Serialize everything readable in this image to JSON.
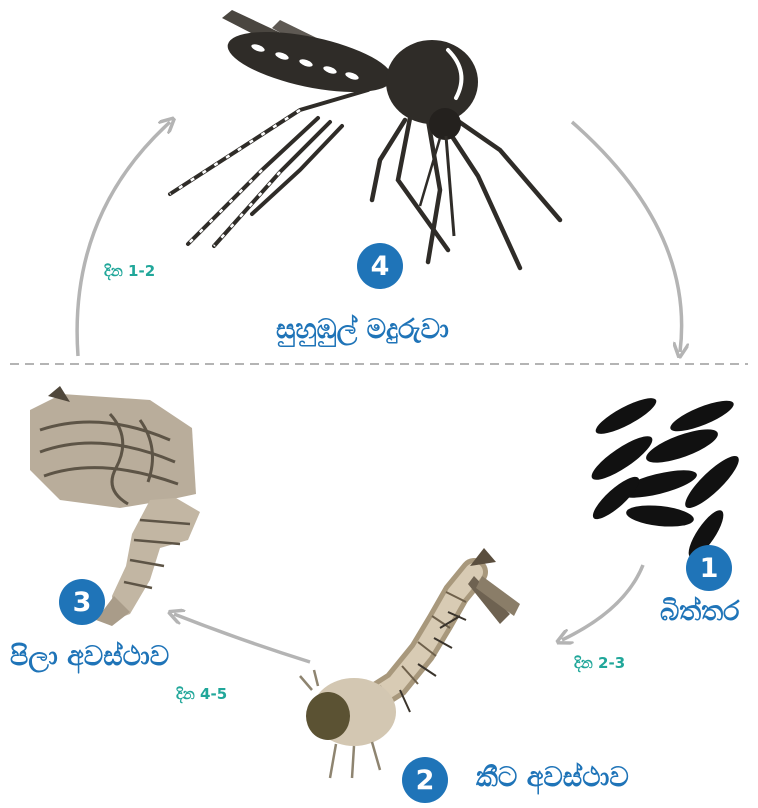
{
  "colors": {
    "stage_blue": "#1f74b8",
    "duration_teal": "#21a79a",
    "arrow_gray": "#b4b4b4",
    "divider_gray": "#b4b4b4",
    "mosquito_dark": "#2f2c28",
    "egg_black": "#111111",
    "larva_tan": "#c9b99f",
    "pupa_gray": "#b9ad9b"
  },
  "stages": [
    {
      "number": "1",
      "label": "බිත්තර",
      "icon": "eggs-icon"
    },
    {
      "number": "2",
      "label": "කීට අවස්ථාව",
      "icon": "larva-icon"
    },
    {
      "number": "3",
      "label": "පිලා අවස්ථාව",
      "icon": "pupa-icon"
    },
    {
      "number": "4",
      "label": "සුහුඹුල් මදුරුවා",
      "icon": "adult-mosquito-icon"
    }
  ],
  "durations": [
    {
      "text": "දින 2-3"
    },
    {
      "text": "දින 4-5"
    },
    {
      "text": "දින 1-2"
    }
  ]
}
